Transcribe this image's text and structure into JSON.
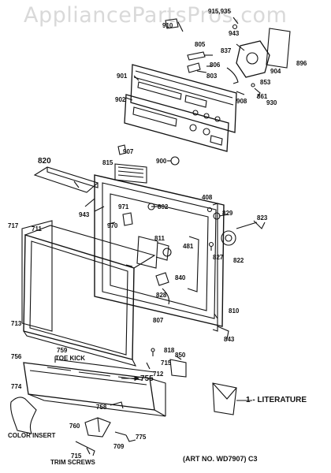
{
  "watermark": "AppliancePartsPros.com",
  "parts": {
    "p915_935": "915,935",
    "p910": "910",
    "p943_top": "943",
    "p805": "805",
    "p837": "837",
    "p896": "896",
    "p806": "806",
    "p904": "904",
    "p901": "901",
    "p803": "803",
    "p853": "853",
    "p902": "902",
    "p908": "908",
    "p861": "861",
    "p930": "930",
    "p907": "907",
    "p820": "820",
    "p815": "815",
    "p900": "900",
    "p408": "408",
    "p802": "802",
    "p971": "971",
    "p829": "829",
    "p943_mid": "943",
    "p970": "970",
    "p823": "823",
    "p717": "717",
    "p711": "711",
    "p811": "811",
    "p481": "481",
    "p827": "827",
    "p822": "822",
    "p840": "840",
    "p828": "828",
    "p713": "713",
    "p807": "807",
    "p810": "810",
    "p843": "843",
    "p818": "818",
    "p759": "759",
    "p756": "756",
    "p715_mid": "715",
    "p850": "850",
    "p712": "712",
    "p755": "755",
    "p774": "774",
    "p758": "758",
    "p760": "760",
    "p775": "775",
    "p709": "709",
    "p715_bot": "715"
  },
  "captions": {
    "toe_kick": "TOE KICK",
    "literature": "1 - LITERATURE",
    "color_insert": "COLOR INSERT",
    "trim_screws": "TRIM SCREWS",
    "art_no": "(ART NO. WD7907)  C3"
  }
}
